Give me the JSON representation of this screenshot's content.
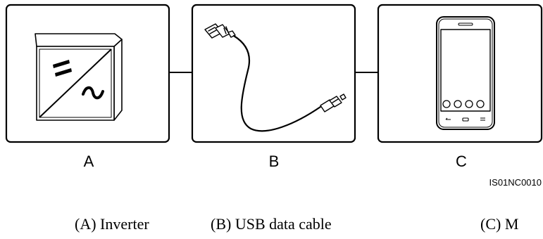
{
  "diagram": {
    "boxes": [
      {
        "letter": "A",
        "icon": "inverter-icon"
      },
      {
        "letter": "B",
        "icon": "usb-cable-icon"
      },
      {
        "letter": "C",
        "icon": "mobile-phone-icon"
      }
    ],
    "figure_code": "IS01NC0010"
  },
  "captions": {
    "a": "(A) Inverter",
    "b": "(B) USB data cable",
    "c": "(C) M"
  }
}
